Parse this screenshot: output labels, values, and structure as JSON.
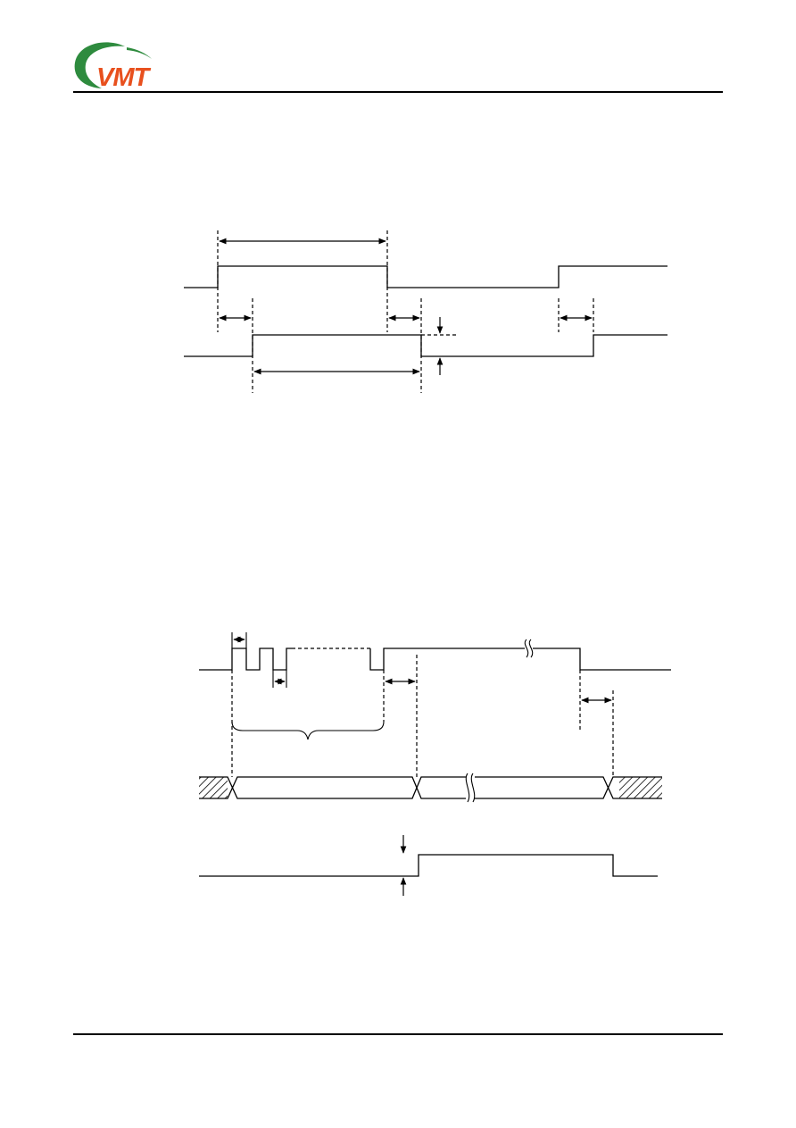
{
  "header": {
    "logo": {
      "text": "VMT",
      "icon": "vmt-logo",
      "colors": {
        "swoosh": "#2e8b3e",
        "letters": "#e8501e"
      }
    }
  },
  "diagrams": [
    {
      "id": "timing-diagram-1",
      "signals": 2,
      "labels": []
    },
    {
      "id": "timing-diagram-2",
      "signals": 3,
      "labels": []
    }
  ],
  "colors": {
    "line": "#000000",
    "background": "#ffffff"
  }
}
